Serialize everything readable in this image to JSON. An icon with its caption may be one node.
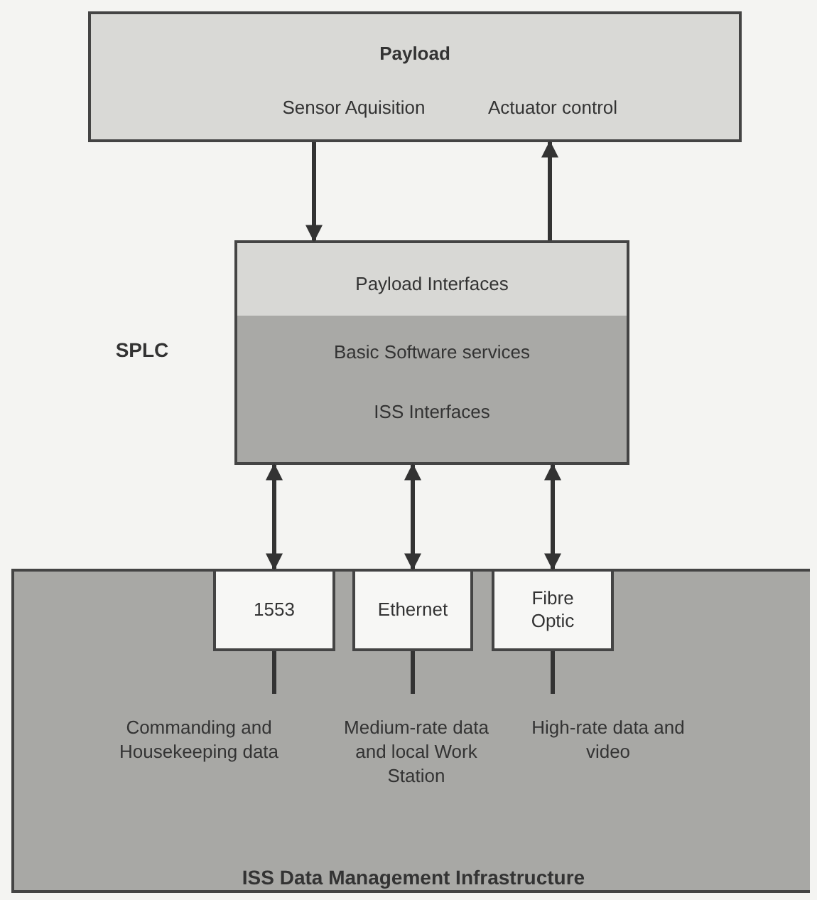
{
  "diagram": {
    "nodes": [
      {
        "text": [
          "Payload",
          "Sensor Aquisition",
          "Actuator control"
        ]
      },
      {
        "text": [
          "Payload Interfaces",
          "Basic Software services",
          "ISS Interfaces"
        ],
        "beside": [
          "SPLC"
        ]
      },
      {
        "text": [
          "ISS Data Management Infrastructure"
        ]
      },
      {
        "text": [
          "1553"
        ],
        "in": 2
      },
      {
        "text": [
          "Ethernet"
        ],
        "in": 2
      },
      {
        "text": [
          "Fibre Optic"
        ],
        "in": 2
      },
      {
        "text": [
          "Commanding and Housekeeping data"
        ],
        "in": 2
      },
      {
        "text": [
          "Medium-rate data and local Work Station"
        ],
        "in": 2
      },
      {
        "text": [
          "High-rate data and video"
        ],
        "in": 2
      }
    ],
    "edges": [
      {
        "from": 0,
        "to": 1,
        "arrow": "to"
      },
      {
        "from": 1,
        "to": 0,
        "arrow": "to"
      },
      {
        "from": 1,
        "to": 3,
        "arrow": "both"
      },
      {
        "from": 1,
        "to": 4,
        "arrow": "both"
      },
      {
        "from": 1,
        "to": 5,
        "arrow": "both"
      },
      {
        "from": 3,
        "to": 6,
        "arrow": "none"
      },
      {
        "from": 4,
        "to": 7,
        "arrow": "none"
      },
      {
        "from": 5,
        "to": 8,
        "arrow": "none"
      }
    ]
  }
}
